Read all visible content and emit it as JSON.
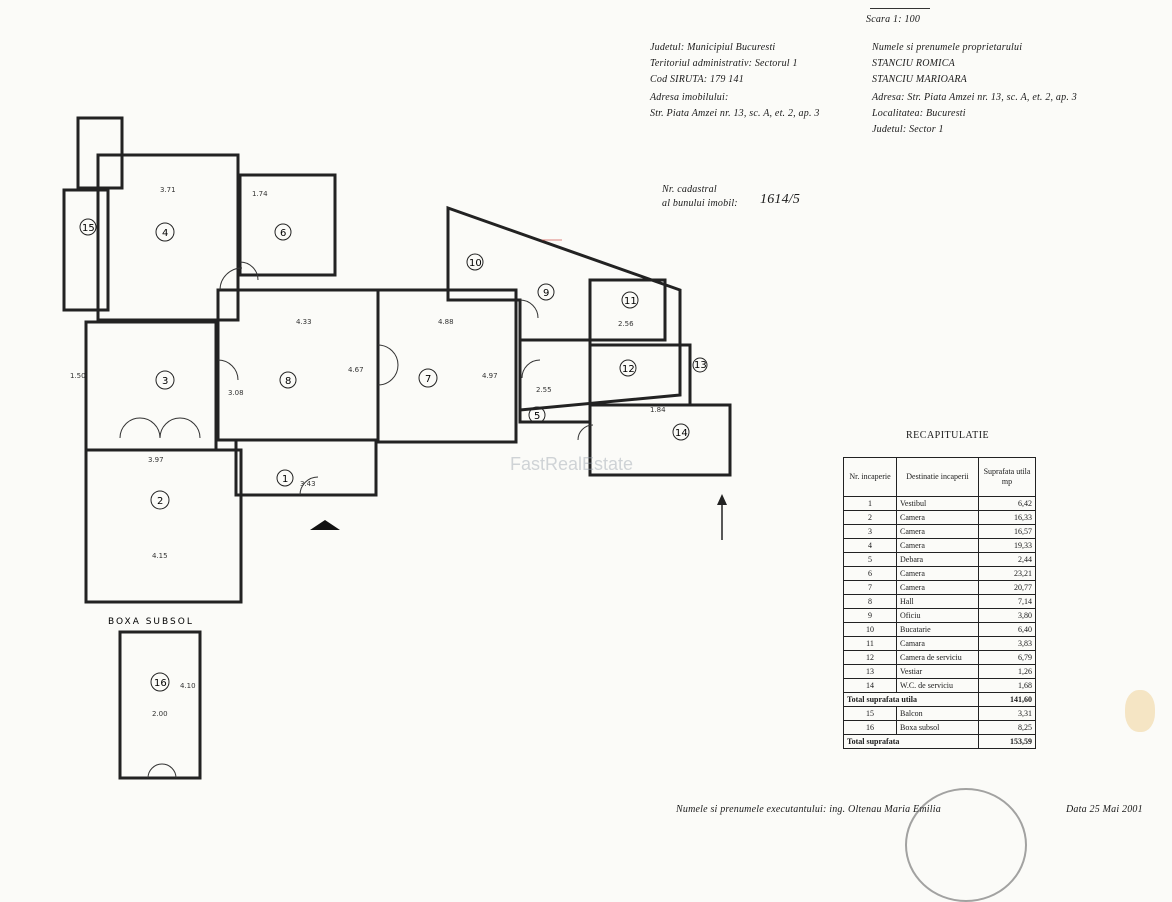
{
  "header": {
    "top_ref": "Scara 1: 100",
    "left": [
      "Judetul: Municipiul Bucuresti",
      "Teritoriul administrativ: Sectorul 1",
      "Cod SIRUTA: 179 141",
      "Adresa imobilului:",
      "Str. Piata Amzei nr. 13, sc. A, et. 2, ap. 3"
    ],
    "right": [
      "Numele si prenumele proprietarului",
      "STANCIU ROMICA",
      "STANCIU MARIOARA",
      "Adresa: Str. Piata Amzei nr. 13, sc. A, et. 2, ap. 3",
      "Localitatea: Bucuresti",
      "Judetul: Sector 1"
    ],
    "cadastral_label_1": "Nr. cadastral",
    "cadastral_label_2": "al bunului imobil:",
    "cadastral_value": "1614/5"
  },
  "plan": {
    "rooms": [
      "1",
      "2",
      "3",
      "4",
      "5",
      "6",
      "7",
      "8",
      "9",
      "10",
      "11",
      "12",
      "13",
      "14",
      "15",
      "16"
    ],
    "dims": [
      "3.43",
      "3.97",
      "4.33",
      "4.88",
      "4.67",
      "4.97",
      "1.74",
      "3.08",
      "4.15",
      "2.55",
      "3.71",
      "2.56",
      "1.84",
      "4.10",
      "2.00",
      "1.50"
    ],
    "storage_label": "BOXA SUBSOL"
  },
  "recap": {
    "title": "RECAPITULATIE",
    "headers": [
      "Nr. incaperie",
      "Destinatie incaperii",
      "Suprafata utila mp"
    ],
    "rows": [
      [
        "1",
        "Vestibul",
        "6,42"
      ],
      [
        "2",
        "Camera",
        "16,33"
      ],
      [
        "3",
        "Camera",
        "16,57"
      ],
      [
        "4",
        "Camera",
        "19,33"
      ],
      [
        "5",
        "Debara",
        "2,44"
      ],
      [
        "6",
        "Camera",
        "23,21"
      ],
      [
        "7",
        "Camera",
        "20,77"
      ],
      [
        "8",
        "Hall",
        "7,14"
      ],
      [
        "9",
        "Oficiu",
        "3,80"
      ],
      [
        "10",
        "Bucatarie",
        "6,40"
      ],
      [
        "11",
        "Camara",
        "3,83"
      ],
      [
        "12",
        "Camera de serviciu",
        "6,79"
      ],
      [
        "13",
        "Vestiar",
        "1,26"
      ],
      [
        "14",
        "W.C. de serviciu",
        "1,68"
      ]
    ],
    "total_util_label": "Total suprafata utila",
    "total_util_value": "141,60",
    "extra_rows": [
      [
        "15",
        "Balcon",
        "3,31"
      ],
      [
        "16",
        "Boxa subsol",
        "8,25"
      ]
    ],
    "total_label": "Total suprafata",
    "total_value": "153,59"
  },
  "footer": {
    "author": "Numele si prenumele executantului: ing. Oltenau Maria Emilia",
    "date": "Data 25 Mai 2001"
  },
  "watermark": "FastRealEstate"
}
